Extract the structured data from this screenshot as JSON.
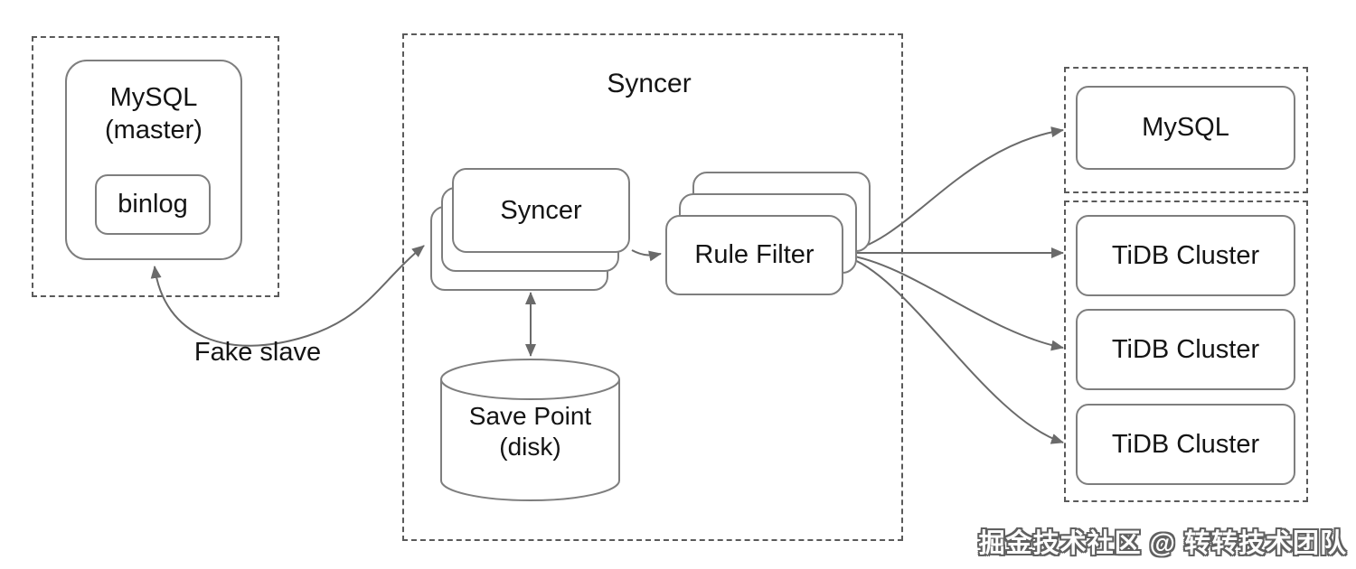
{
  "diagram": {
    "source": {
      "node_title_line1": "MySQL",
      "node_title_line2": "(master)",
      "binlog_label": "binlog"
    },
    "fake_slave_label": "Fake slave",
    "syncer": {
      "group_title": "Syncer",
      "syncer_node_label": "Syncer",
      "rule_filter_label": "Rule Filter",
      "save_point_line1": "Save Point",
      "save_point_line2": "(disk)"
    },
    "targets": {
      "mysql_label": "MySQL",
      "tidb_labels": [
        "TiDB Cluster",
        "TiDB Cluster",
        "TiDB Cluster"
      ]
    },
    "watermark": "掘金技术社区 @ 转转技术团队",
    "colors": {
      "node_border": "#7e7e7e",
      "dashed_border": "#5a5a5a",
      "arrow": "#6a6a6a",
      "text": "#141414",
      "background": "#ffffff"
    }
  }
}
